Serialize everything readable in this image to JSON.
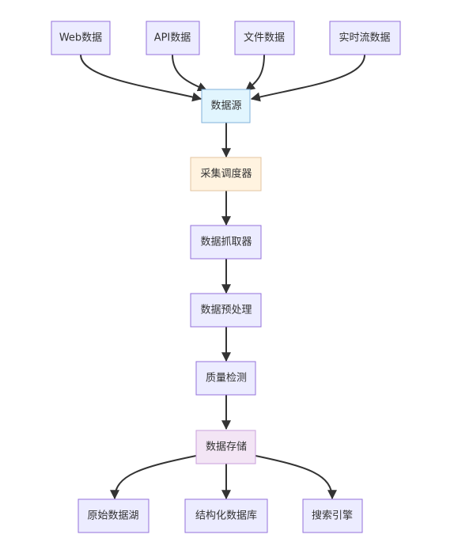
{
  "colors": {
    "default_fill": "#ECECFF",
    "default_stroke": "#9370DB",
    "source_fill": "#E1F5FE",
    "source_stroke": "#81B1DB",
    "scheduler_fill": "#FFF3E0",
    "scheduler_stroke": "#E3C4A0",
    "storage_fill": "#F3E5F5",
    "storage_stroke": "#C9A0DC",
    "edge": "#333333"
  },
  "nodes": {
    "web": {
      "label": "Web数据"
    },
    "api": {
      "label": "API数据"
    },
    "file": {
      "label": "文件数据"
    },
    "stream": {
      "label": "实时流数据"
    },
    "source": {
      "label": "数据源"
    },
    "scheduler": {
      "label": "采集调度器"
    },
    "fetcher": {
      "label": "数据抓取器"
    },
    "preprocess": {
      "label": "数据预处理"
    },
    "quality": {
      "label": "质量检测"
    },
    "storage": {
      "label": "数据存储"
    },
    "lake": {
      "label": "原始数据湖"
    },
    "db": {
      "label": "结构化数据库"
    },
    "search": {
      "label": "搜索引擎"
    }
  },
  "edges": [
    {
      "from": "web",
      "to": "source"
    },
    {
      "from": "api",
      "to": "source"
    },
    {
      "from": "file",
      "to": "source"
    },
    {
      "from": "stream",
      "to": "source"
    },
    {
      "from": "source",
      "to": "scheduler"
    },
    {
      "from": "scheduler",
      "to": "fetcher"
    },
    {
      "from": "fetcher",
      "to": "preprocess"
    },
    {
      "from": "preprocess",
      "to": "quality"
    },
    {
      "from": "quality",
      "to": "storage"
    },
    {
      "from": "storage",
      "to": "lake"
    },
    {
      "from": "storage",
      "to": "db"
    },
    {
      "from": "storage",
      "to": "search"
    }
  ]
}
